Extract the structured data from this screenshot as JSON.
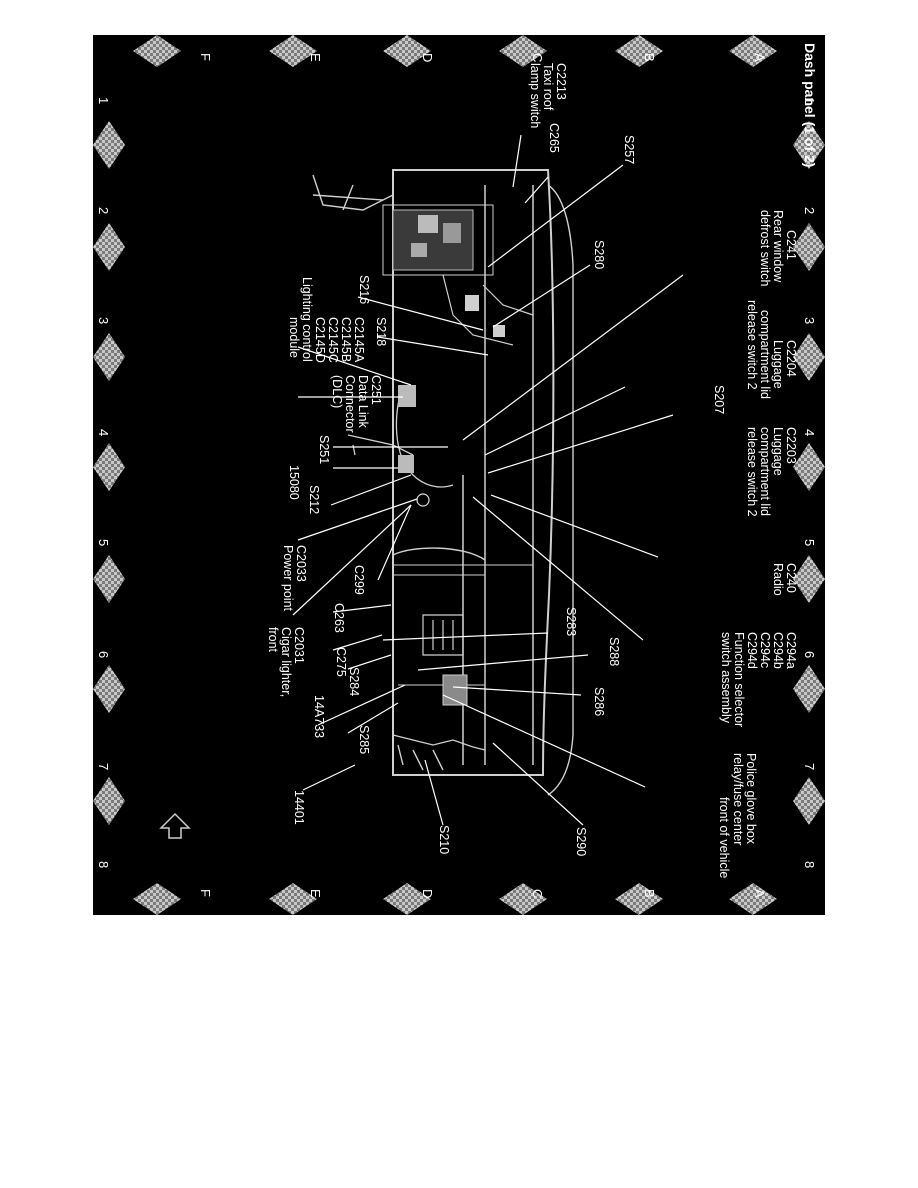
{
  "title": "Dash panel (1 of 2)",
  "orientation_note_label": "front of vehicle",
  "grid": {
    "columns": [
      "1",
      "2",
      "3",
      "4",
      "5",
      "6",
      "7",
      "8"
    ],
    "rows": [
      "A",
      "B",
      "C",
      "D",
      "E",
      "F"
    ]
  },
  "labels": {
    "c2213": [
      "C2213",
      "Taxi roof",
      "lamp switch"
    ],
    "c265": [
      "C265"
    ],
    "s257": [
      "S257"
    ],
    "c241": [
      "C241",
      "Rear window",
      "defrost switch"
    ],
    "s280": [
      "S280"
    ],
    "s216": [
      "S216"
    ],
    "s218": [
      "S218"
    ],
    "c2145": [
      "C2145A",
      "C2145B",
      "C2145C",
      "C2145D",
      "Lighting control",
      "module"
    ],
    "c2204": [
      "C2204",
      "Luggage",
      "compartment lid",
      "release switch 2"
    ],
    "c2203": [
      "C2203",
      "Luggage",
      "compartment lid",
      "release switch 2"
    ],
    "s207": [
      "S207"
    ],
    "c251": [
      "C251",
      "Data Link",
      "Connector",
      "(DLC)"
    ],
    "s251": [
      "S251"
    ],
    "n15080": [
      "15080"
    ],
    "s212": [
      "S212"
    ],
    "c2033": [
      "C2033",
      "Power point"
    ],
    "c299": [
      "C299"
    ],
    "c240": [
      "C240",
      "Radio"
    ],
    "c263": [
      "C263"
    ],
    "c2031": [
      "C2031",
      "Cigar lighter,",
      "front"
    ],
    "s283": [
      "S283"
    ],
    "c275": [
      "C275"
    ],
    "s284": [
      "S284"
    ],
    "c294": [
      "C294a",
      "C294b",
      "C294c",
      "C294d",
      "Function selector",
      "switch assembly"
    ],
    "s288": [
      "S288"
    ],
    "s286": [
      "S286"
    ],
    "n14a733": [
      "14A733"
    ],
    "s285": [
      "S285"
    ],
    "police": [
      "Police glove box",
      "relay/fuse center"
    ],
    "n14401": [
      "14401"
    ],
    "s210": [
      "S210"
    ],
    "s290": [
      "S290"
    ]
  }
}
